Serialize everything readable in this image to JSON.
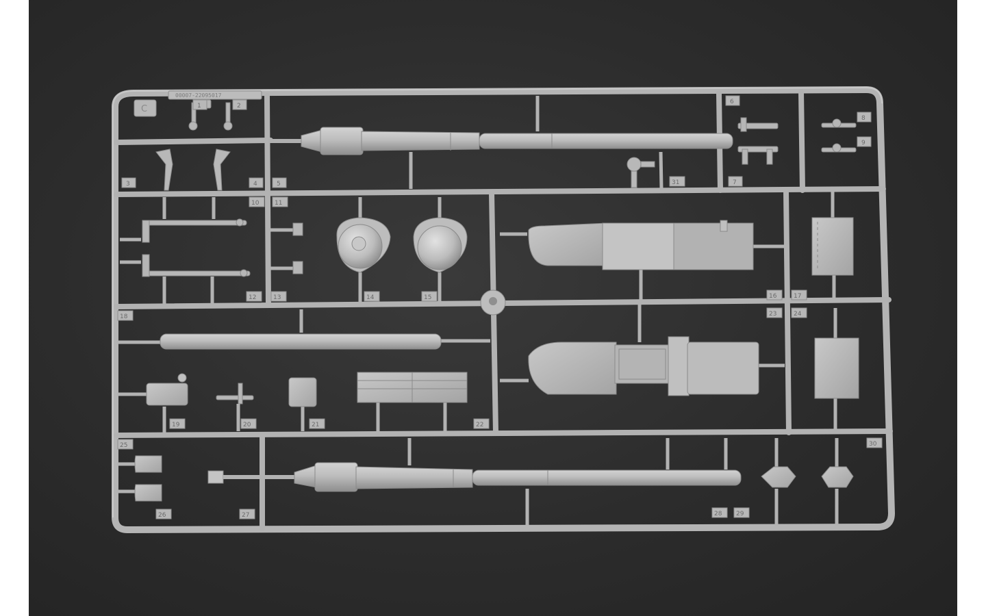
{
  "sprue": {
    "letter": "C",
    "code": "00007-22095017",
    "part_numbers": [
      "1",
      "2",
      "3",
      "4",
      "5",
      "6",
      "7",
      "8",
      "9",
      "10",
      "11",
      "12",
      "13",
      "14",
      "15",
      "16",
      "17",
      "18",
      "19",
      "20",
      "21",
      "22",
      "23",
      "24",
      "25",
      "26",
      "27",
      "28",
      "29",
      "30",
      "31"
    ]
  },
  "colors": {
    "background": "#2c2c2c",
    "plastic": "#b4b4b4",
    "plastic_highlight": "#c9c9c9",
    "plastic_shadow": "#8f8f8f",
    "border": "#ffffff"
  }
}
